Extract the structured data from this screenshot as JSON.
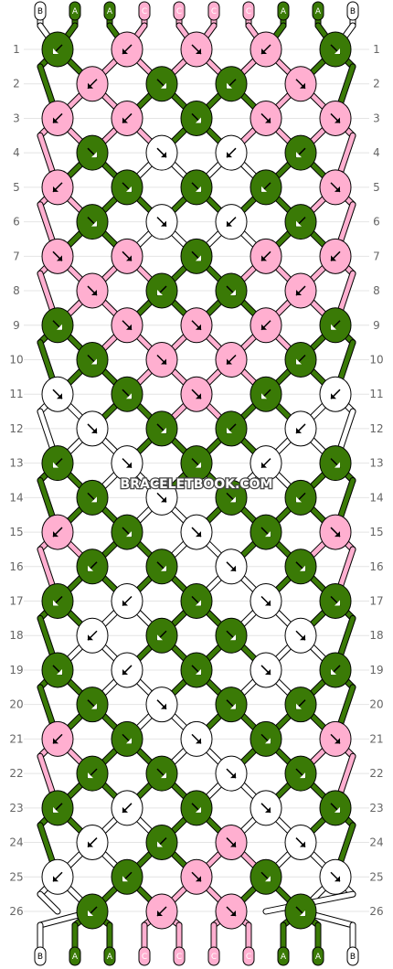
{
  "watermark": "BRACELETBOOK.COM",
  "colors": {
    "A": "#3a7a06",
    "B": "#ffffff",
    "C": "#ffafd0"
  },
  "top_labels": [
    "B",
    "A",
    "A",
    "C",
    "C",
    "C",
    "C",
    "A",
    "A",
    "B"
  ],
  "bottom_labels": [
    "B",
    "A",
    "A",
    "C",
    "C",
    "C",
    "C",
    "A",
    "A",
    "B"
  ],
  "row_numbers": [
    "1",
    "2",
    "3",
    "4",
    "5",
    "6",
    "7",
    "8",
    "9",
    "10",
    "11",
    "12",
    "13",
    "14",
    "15",
    "16",
    "17",
    "18",
    "19",
    "20",
    "21",
    "22",
    "23",
    "24",
    "25",
    "26"
  ],
  "knot_rows": [
    [
      {
        "c": "A",
        "d": "SW"
      },
      {
        "c": "C",
        "d": "SW"
      },
      {
        "c": "C",
        "d": "SE"
      },
      {
        "c": "C",
        "d": "SW"
      },
      {
        "c": "A",
        "d": "SE"
      }
    ],
    [
      {
        "c": "C",
        "d": "SW"
      },
      {
        "c": "A",
        "d": "SE"
      },
      {
        "c": "A",
        "d": "SW"
      },
      {
        "c": "C",
        "d": "SE"
      }
    ],
    [
      {
        "c": "C",
        "d": "SW"
      },
      {
        "c": "C",
        "d": "SW"
      },
      {
        "c": "A",
        "d": "SE"
      },
      {
        "c": "C",
        "d": "SE"
      },
      {
        "c": "C",
        "d": "SE"
      }
    ],
    [
      {
        "c": "A",
        "d": "SE"
      },
      {
        "c": "B",
        "d": "SE"
      },
      {
        "c": "B",
        "d": "SW"
      },
      {
        "c": "A",
        "d": "SW"
      }
    ],
    [
      {
        "c": "C",
        "d": "SW"
      },
      {
        "c": "A",
        "d": "SE"
      },
      {
        "c": "A",
        "d": "SE"
      },
      {
        "c": "A",
        "d": "SW"
      },
      {
        "c": "C",
        "d": "SE"
      }
    ],
    [
      {
        "c": "A",
        "d": "SE"
      },
      {
        "c": "B",
        "d": "SE"
      },
      {
        "c": "B",
        "d": "SW"
      },
      {
        "c": "A",
        "d": "SW"
      }
    ],
    [
      {
        "c": "C",
        "d": "SE"
      },
      {
        "c": "C",
        "d": "SE"
      },
      {
        "c": "A",
        "d": "SE"
      },
      {
        "c": "C",
        "d": "SW"
      },
      {
        "c": "C",
        "d": "SW"
      }
    ],
    [
      {
        "c": "C",
        "d": "SE"
      },
      {
        "c": "A",
        "d": "SW"
      },
      {
        "c": "A",
        "d": "SE"
      },
      {
        "c": "C",
        "d": "SW"
      }
    ],
    [
      {
        "c": "A",
        "d": "SE"
      },
      {
        "c": "C",
        "d": "SE"
      },
      {
        "c": "C",
        "d": "SE"
      },
      {
        "c": "C",
        "d": "SW"
      },
      {
        "c": "A",
        "d": "SW"
      }
    ],
    [
      {
        "c": "A",
        "d": "SE"
      },
      {
        "c": "C",
        "d": "SE"
      },
      {
        "c": "C",
        "d": "SW"
      },
      {
        "c": "A",
        "d": "SW"
      }
    ],
    [
      {
        "c": "B",
        "d": "SE"
      },
      {
        "c": "A",
        "d": "SE"
      },
      {
        "c": "C",
        "d": "SE"
      },
      {
        "c": "A",
        "d": "SW"
      },
      {
        "c": "B",
        "d": "SW"
      }
    ],
    [
      {
        "c": "B",
        "d": "SE"
      },
      {
        "c": "A",
        "d": "SE"
      },
      {
        "c": "A",
        "d": "SW"
      },
      {
        "c": "B",
        "d": "SW"
      }
    ],
    [
      {
        "c": "A",
        "d": "SW"
      },
      {
        "c": "B",
        "d": "SE"
      },
      {
        "c": "A",
        "d": "SE"
      },
      {
        "c": "B",
        "d": "SW"
      },
      {
        "c": "A",
        "d": "SE"
      }
    ],
    [
      {
        "c": "A",
        "d": "SE"
      },
      {
        "c": "B",
        "d": "SE"
      },
      {
        "c": "A",
        "d": "SE"
      },
      {
        "c": "A",
        "d": "SW"
      }
    ],
    [
      {
        "c": "C",
        "d": "SW"
      },
      {
        "c": "A",
        "d": "SE"
      },
      {
        "c": "B",
        "d": "SE"
      },
      {
        "c": "A",
        "d": "SE"
      },
      {
        "c": "C",
        "d": "SE"
      }
    ],
    [
      {
        "c": "A",
        "d": "SW"
      },
      {
        "c": "A",
        "d": "SE"
      },
      {
        "c": "B",
        "d": "SE"
      },
      {
        "c": "A",
        "d": "SE"
      }
    ],
    [
      {
        "c": "A",
        "d": "SW"
      },
      {
        "c": "B",
        "d": "SW"
      },
      {
        "c": "A",
        "d": "SE"
      },
      {
        "c": "B",
        "d": "SE"
      },
      {
        "c": "A",
        "d": "SE"
      }
    ],
    [
      {
        "c": "B",
        "d": "SW"
      },
      {
        "c": "A",
        "d": "SW"
      },
      {
        "c": "A",
        "d": "SE"
      },
      {
        "c": "B",
        "d": "SE"
      }
    ],
    [
      {
        "c": "A",
        "d": "SE"
      },
      {
        "c": "B",
        "d": "SW"
      },
      {
        "c": "A",
        "d": "SE"
      },
      {
        "c": "B",
        "d": "SE"
      },
      {
        "c": "A",
        "d": "SW"
      }
    ],
    [
      {
        "c": "A",
        "d": "SE"
      },
      {
        "c": "B",
        "d": "SE"
      },
      {
        "c": "A",
        "d": "SE"
      },
      {
        "c": "A",
        "d": "SW"
      }
    ],
    [
      {
        "c": "C",
        "d": "SW"
      },
      {
        "c": "A",
        "d": "SE"
      },
      {
        "c": "B",
        "d": "SE"
      },
      {
        "c": "A",
        "d": "SE"
      },
      {
        "c": "C",
        "d": "SE"
      }
    ],
    [
      {
        "c": "A",
        "d": "SW"
      },
      {
        "c": "A",
        "d": "SE"
      },
      {
        "c": "B",
        "d": "SE"
      },
      {
        "c": "A",
        "d": "SE"
      }
    ],
    [
      {
        "c": "A",
        "d": "SW"
      },
      {
        "c": "B",
        "d": "SW"
      },
      {
        "c": "A",
        "d": "SE"
      },
      {
        "c": "B",
        "d": "SE"
      },
      {
        "c": "A",
        "d": "SE"
      }
    ],
    [
      {
        "c": "B",
        "d": "SW"
      },
      {
        "c": "A",
        "d": "SW"
      },
      {
        "c": "C",
        "d": "SE"
      },
      {
        "c": "B",
        "d": "SE"
      }
    ],
    [
      {
        "c": "B",
        "d": "SW"
      },
      {
        "c": "A",
        "d": "SW"
      },
      {
        "c": "C",
        "d": "SE"
      },
      {
        "c": "A",
        "d": "SE"
      },
      {
        "c": "B",
        "d": "SE"
      }
    ],
    [
      {
        "c": "A",
        "d": "SW"
      },
      {
        "c": "C",
        "d": "SW"
      },
      {
        "c": "C",
        "d": "SE"
      },
      {
        "c": "A",
        "d": "SE"
      }
    ]
  ]
}
